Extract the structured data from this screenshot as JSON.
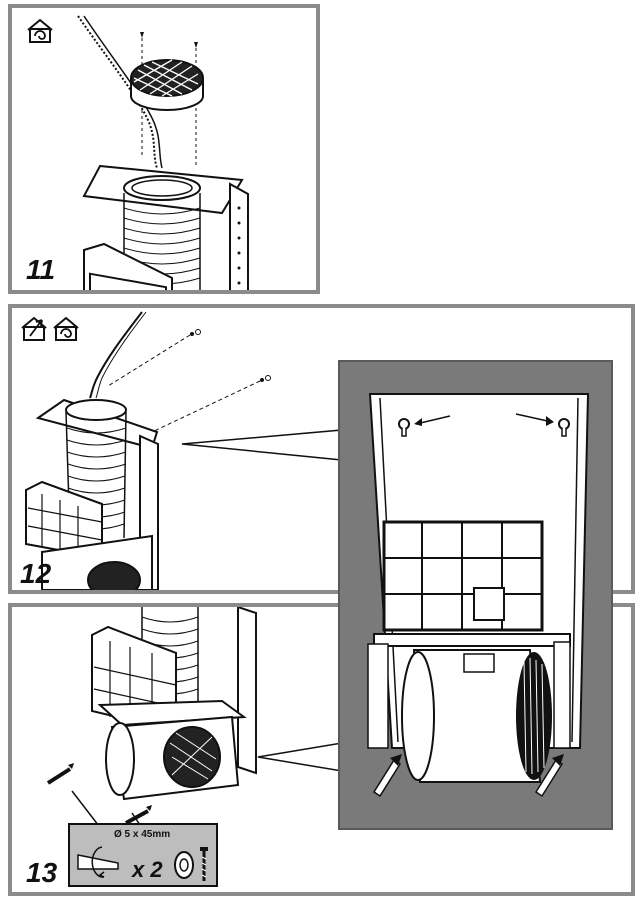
{
  "steps": [
    {
      "number": "11",
      "icons": [
        "recirculation-house-icon"
      ]
    },
    {
      "number": "12",
      "icons": [
        "ducted-house-icon",
        "recirculation-house-icon"
      ]
    },
    {
      "number": "13",
      "icons": []
    }
  ],
  "screw_spec": {
    "size": "Ø 5 x 45mm",
    "quantity": "x 2"
  },
  "colors": {
    "panel_border": "#8b8b8b",
    "detail_background": "#7a7a7a",
    "line": "#111111"
  }
}
